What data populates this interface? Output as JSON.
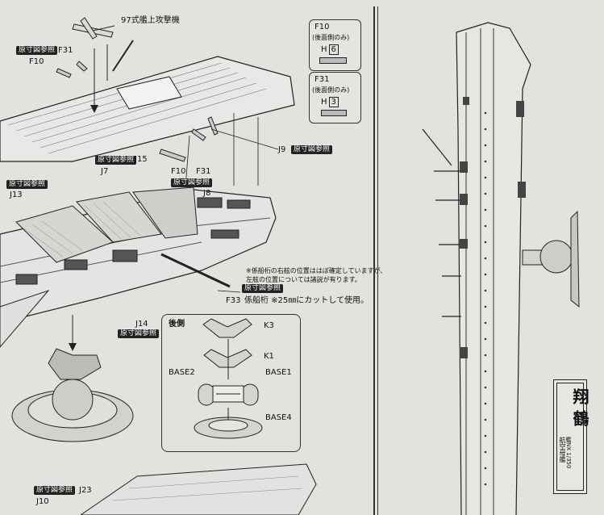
{
  "labels": {
    "plane": "97式艦上攻撃機",
    "ref": "原寸図参照",
    "f31": "F31",
    "f10": "F10",
    "j15": "J15",
    "j9": "J9",
    "j7": "J7",
    "j8": "J8",
    "j13": "J13",
    "j14": "J14",
    "f33": "F33",
    "j23": "J23",
    "j10": "J10"
  },
  "notes": {
    "note1": "※係船桁の右舷の位置ははぼ確定していますが、",
    "note2": "左舷の位置については諸説が有ります。",
    "f33_text": "係船桁 ※25㎜にカットして使用。"
  },
  "callout_f10": {
    "title": "F10",
    "sub": "(後面側のみ)",
    "part_letter": "H",
    "part_num": "6"
  },
  "callout_f31": {
    "title": "F31",
    "sub": "(後面側のみ)",
    "part_letter": "H",
    "part_num": "3"
  },
  "stand": {
    "title": "後側",
    "k3": "K3",
    "k1": "K1",
    "base1": "BASE1",
    "base2": "BASE2",
    "base4": "BASE4"
  },
  "nameplate": {
    "scale": "1/350",
    "scale_prefix": "艦NX",
    "type": "航空母艦",
    "name": "翔 鶴"
  }
}
